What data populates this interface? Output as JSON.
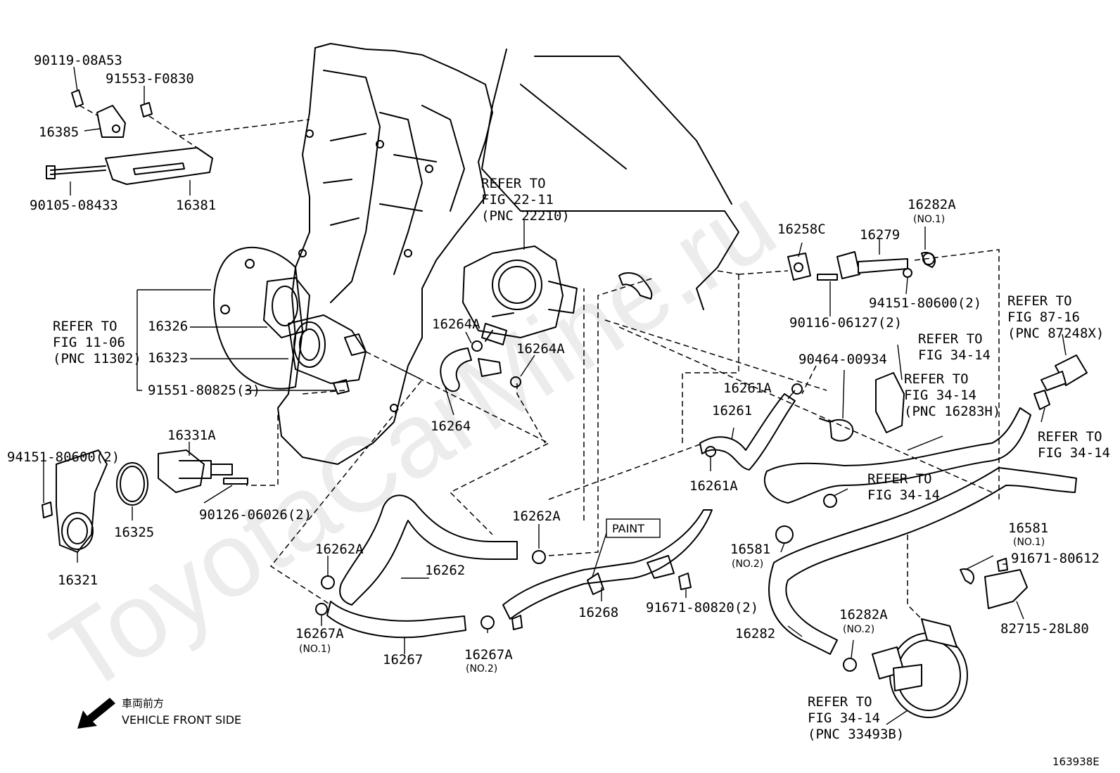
{
  "watermark": "ToyotaCarMine.ru",
  "paint_label": "PAINT",
  "front_marker": {
    "japanese": "車両前方",
    "english": "VEHICLE FRONT SIDE"
  },
  "illustration_id": "163938E",
  "labels": {
    "p90119": "90119-08A53",
    "p91553": "91553-F0830",
    "p16385": "16385",
    "p90105": "90105-08433",
    "p16381": "16381",
    "ref11_l1": "REFER TO",
    "ref11_l2": "FIG 11-06",
    "ref11_l3": "(PNC 11302)",
    "p16326": "16326",
    "p16323": "16323",
    "p91551": "91551-80825(3)",
    "p16331A": "16331A",
    "p94151_left": "94151-80600(2)",
    "p90126": "90126-06026(2)",
    "p16325": "16325",
    "p16321": "16321",
    "ref22_l1": "REFER TO",
    "ref22_l2": "FIG 22-11",
    "ref22_l3": "(PNC 22210)",
    "p16264A_1": "16264A",
    "p16264A_2": "16264A",
    "p16264": "16264",
    "p16258C": "16258C",
    "p16279": "16279",
    "p16282A_top": "16282A",
    "p16282A_top_sub": "(NO.1)",
    "p94151_right": "94151-80600(2)",
    "p90116": "90116-06127(2)",
    "ref87_l1": "REFER TO",
    "ref87_l2": "FIG 87-16",
    "ref87_l3": "(PNC 87248X)",
    "ref34a_l1": "REFER TO",
    "ref34a_l2": "FIG 34-14",
    "p90464": "90464-00934",
    "ref34b_l1": "REFER TO",
    "ref34b_l2": "FIG 34-14",
    "ref34b_l3": "(PNC 16283H)",
    "p16261A_1": "16261A",
    "p16261": "16261",
    "p16261A_2": "16261A",
    "ref34c_l1": "REFER TO",
    "ref34c_l2": "FIG 34-14",
    "ref34d_l1": "REFER TO",
    "ref34d_l2": "FIG 34-14",
    "p16262A_1": "16262A",
    "p16262A_2": "16262A",
    "p16262": "16262",
    "p16267A_1": "16267A",
    "p16267A_1_sub": "(NO.1)",
    "p16267": "16267",
    "p16267A_2": "16267A",
    "p16267A_2_sub": "(NO.2)",
    "p16268": "16268",
    "p91671_808": "91671-80820(2)",
    "p16581_l": "16581",
    "p16581_l_sub": "(NO.2)",
    "p16581_r": "16581",
    "p16581_r_sub": "(NO.1)",
    "p91671_806": "91671-80612",
    "p82715": "82715-28L80",
    "p16282": "16282",
    "p16282A_bot": "16282A",
    "p16282A_bot_sub": "(NO.2)",
    "ref34e_l1": "REFER TO",
    "ref34e_l2": "FIG 34-14",
    "ref34e_l3": "(PNC 33493B)"
  }
}
